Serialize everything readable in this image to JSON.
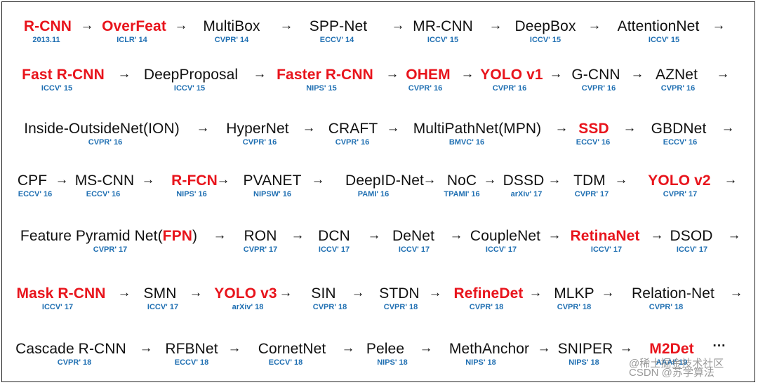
{
  "diagram": {
    "rows": [
      {
        "items": [
          {
            "name": "R-CNN",
            "venue": "2013.11",
            "highlight": true
          },
          {
            "name": "OverFeat",
            "venue": "ICLR' 14",
            "highlight": true
          },
          {
            "name": "MultiBox",
            "venue": "CVPR' 14"
          },
          {
            "name": "SPP-Net",
            "venue": "ECCV' 14"
          },
          {
            "name": "MR-CNN",
            "venue": "ICCV' 15"
          },
          {
            "name": "DeepBox",
            "venue": "ICCV' 15"
          },
          {
            "name": "AttentionNet",
            "venue": "ICCV' 15"
          }
        ],
        "trailing_arrow": true
      },
      {
        "items": [
          {
            "name": "Fast R-CNN",
            "venue": "ICCV' 15",
            "highlight": true
          },
          {
            "name": "DeepProposal",
            "venue": "ICCV' 15"
          },
          {
            "name": "Faster R-CNN",
            "venue": "NIPS' 15",
            "highlight": true
          },
          {
            "name": "OHEM",
            "venue": "CVPR' 16",
            "highlight": true
          },
          {
            "name": "YOLO v1",
            "venue": "CVPR' 16",
            "highlight": true
          },
          {
            "name": "G-CNN",
            "venue": "CVPR' 16"
          },
          {
            "name": "AZNet",
            "venue": "CVPR' 16"
          }
        ],
        "trailing_arrow": true
      },
      {
        "items": [
          {
            "name": "Inside-OutsideNet(ION)",
            "venue": "CVPR' 16"
          },
          {
            "name": "HyperNet",
            "venue": "CVPR' 16"
          },
          {
            "name": "CRAFT",
            "venue": "CVPR' 16"
          },
          {
            "name": "MultiPathNet(MPN)",
            "venue": "BMVC' 16"
          },
          {
            "name": "SSD",
            "venue": "ECCV' 16",
            "highlight": true
          },
          {
            "name": "GBDNet",
            "venue": "ECCV' 16"
          }
        ],
        "trailing_arrow": true
      },
      {
        "items": [
          {
            "name": "CPF",
            "venue": "ECCV' 16"
          },
          {
            "name": "MS-CNN",
            "venue": "ECCV' 16"
          },
          {
            "name": "R-FCN",
            "venue": "NIPS' 16",
            "highlight": true
          },
          {
            "name": "PVANET",
            "venue": "NIPSW' 16"
          },
          {
            "name": "DeepID-Net",
            "venue": "PAMI' 16"
          },
          {
            "name": "NoC",
            "venue": "TPAMI' 16"
          },
          {
            "name": "DSSD",
            "venue": "arXiv' 17"
          },
          {
            "name": "TDM",
            "venue": "CVPR' 17"
          },
          {
            "name": "YOLO v2",
            "venue": "CVPR' 17",
            "highlight": true
          }
        ],
        "trailing_arrow": true
      },
      {
        "items": [
          {
            "name": "Feature Pyramid Net(FPN)",
            "venue": "CVPR' 17",
            "name_parts": [
              "Feature Pyramid Net(",
              "FPN",
              ")"
            ]
          },
          {
            "name": "RON",
            "venue": "CVPR' 17"
          },
          {
            "name": "DCN",
            "venue": "ICCV' 17"
          },
          {
            "name": "DeNet",
            "venue": "ICCV' 17"
          },
          {
            "name": "CoupleNet",
            "venue": "ICCV' 17"
          },
          {
            "name": "RetinaNet",
            "venue": "ICCV' 17",
            "highlight": true
          },
          {
            "name": "DSOD",
            "venue": "ICCV' 17"
          }
        ],
        "trailing_arrow": true
      },
      {
        "items": [
          {
            "name": "Mask R-CNN",
            "venue": "ICCV' 17",
            "highlight": true
          },
          {
            "name": "SMN",
            "venue": "ICCV' 17"
          },
          {
            "name": "YOLO v3",
            "venue": "arXiv' 18",
            "highlight": true
          },
          {
            "name": "SIN",
            "venue": "CVPR' 18"
          },
          {
            "name": "STDN",
            "venue": "CVPR' 18"
          },
          {
            "name": "RefineDet",
            "venue": "CVPR' 18",
            "highlight": true
          },
          {
            "name": "MLKP",
            "venue": "CVPR' 18"
          },
          {
            "name": "Relation-Net",
            "venue": "CVPR' 18"
          }
        ],
        "trailing_arrow": true
      },
      {
        "items": [
          {
            "name": "Cascade R-CNN",
            "venue": "CVPR' 18"
          },
          {
            "name": "RFBNet",
            "venue": "ECCV' 18"
          },
          {
            "name": "CornetNet",
            "venue": "ECCV' 18"
          },
          {
            "name": "Pelee",
            "venue": "NIPS' 18"
          },
          {
            "name": "MethAnchor",
            "venue": "NIPS' 18"
          },
          {
            "name": "SNIPER",
            "venue": "NIPS' 18"
          },
          {
            "name": "M2Det",
            "venue": "AAAI' 19",
            "highlight": true
          }
        ],
        "trailing_text": "···"
      }
    ]
  },
  "watermark": {
    "line1": "@稀土掘金技术社区",
    "line2": "CSDN @苏学算法"
  },
  "colors": {
    "highlight": "#e8141c",
    "venue": "#1f6fb2",
    "text": "#111111"
  }
}
